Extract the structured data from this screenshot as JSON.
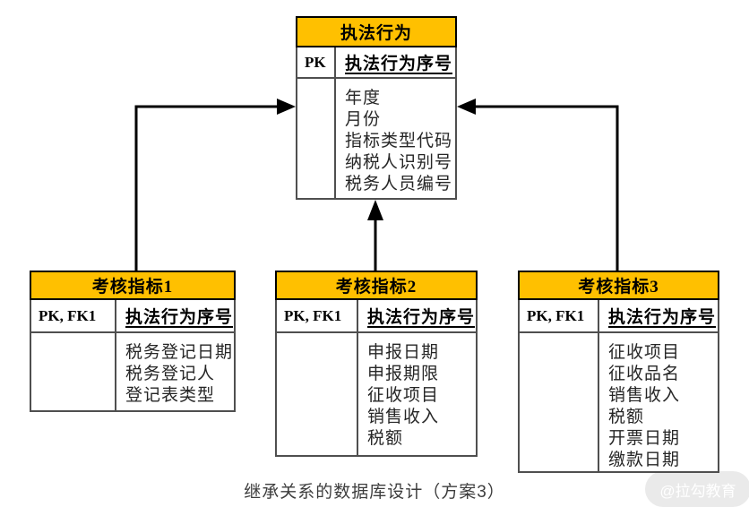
{
  "diagram": {
    "caption": "继承关系的数据库设计（方案3）",
    "watermark": "@拉勾教育"
  },
  "colors": {
    "header-bg": "#FFC000",
    "header-border": "#000000",
    "table-border": "#4f4f4f",
    "arrow": "#000000",
    "caption-text": "#3d3d3d",
    "watermark-bg": "#eaeaea",
    "watermark-text": "#ffffff"
  },
  "tables": [
    {
      "id": "parent",
      "title": "执法行为",
      "key_label": "PK",
      "key_field": "执法行为序号",
      "fields": [
        "年度",
        "月份",
        "指标类型代码",
        "纳税人识别号",
        "税务人员编号"
      ]
    },
    {
      "id": "child1",
      "title": "考核指标1",
      "key_label": "PK, FK1",
      "key_field": "执法行为序号",
      "fields": [
        "税务登记日期",
        "税务登记人",
        "登记表类型"
      ]
    },
    {
      "id": "child2",
      "title": "考核指标2",
      "key_label": "PK, FK1",
      "key_field": "执法行为序号",
      "fields": [
        "申报日期",
        "申报期限",
        "征收项目",
        "销售收入",
        "税额"
      ]
    },
    {
      "id": "child3",
      "title": "考核指标3",
      "key_label": "PK, FK1",
      "key_field": "执法行为序号",
      "fields": [
        "征收项目",
        "征收品名",
        "销售收入",
        "税额",
        "开票日期",
        "缴款日期"
      ]
    }
  ],
  "connectors": [
    {
      "from": "考核指标1",
      "to": "执法行为",
      "arrow": "into-left-side"
    },
    {
      "from": "考核指标2",
      "to": "执法行为",
      "arrow": "into-bottom"
    },
    {
      "from": "考核指标3",
      "to": "执法行为",
      "arrow": "into-right-side"
    }
  ]
}
